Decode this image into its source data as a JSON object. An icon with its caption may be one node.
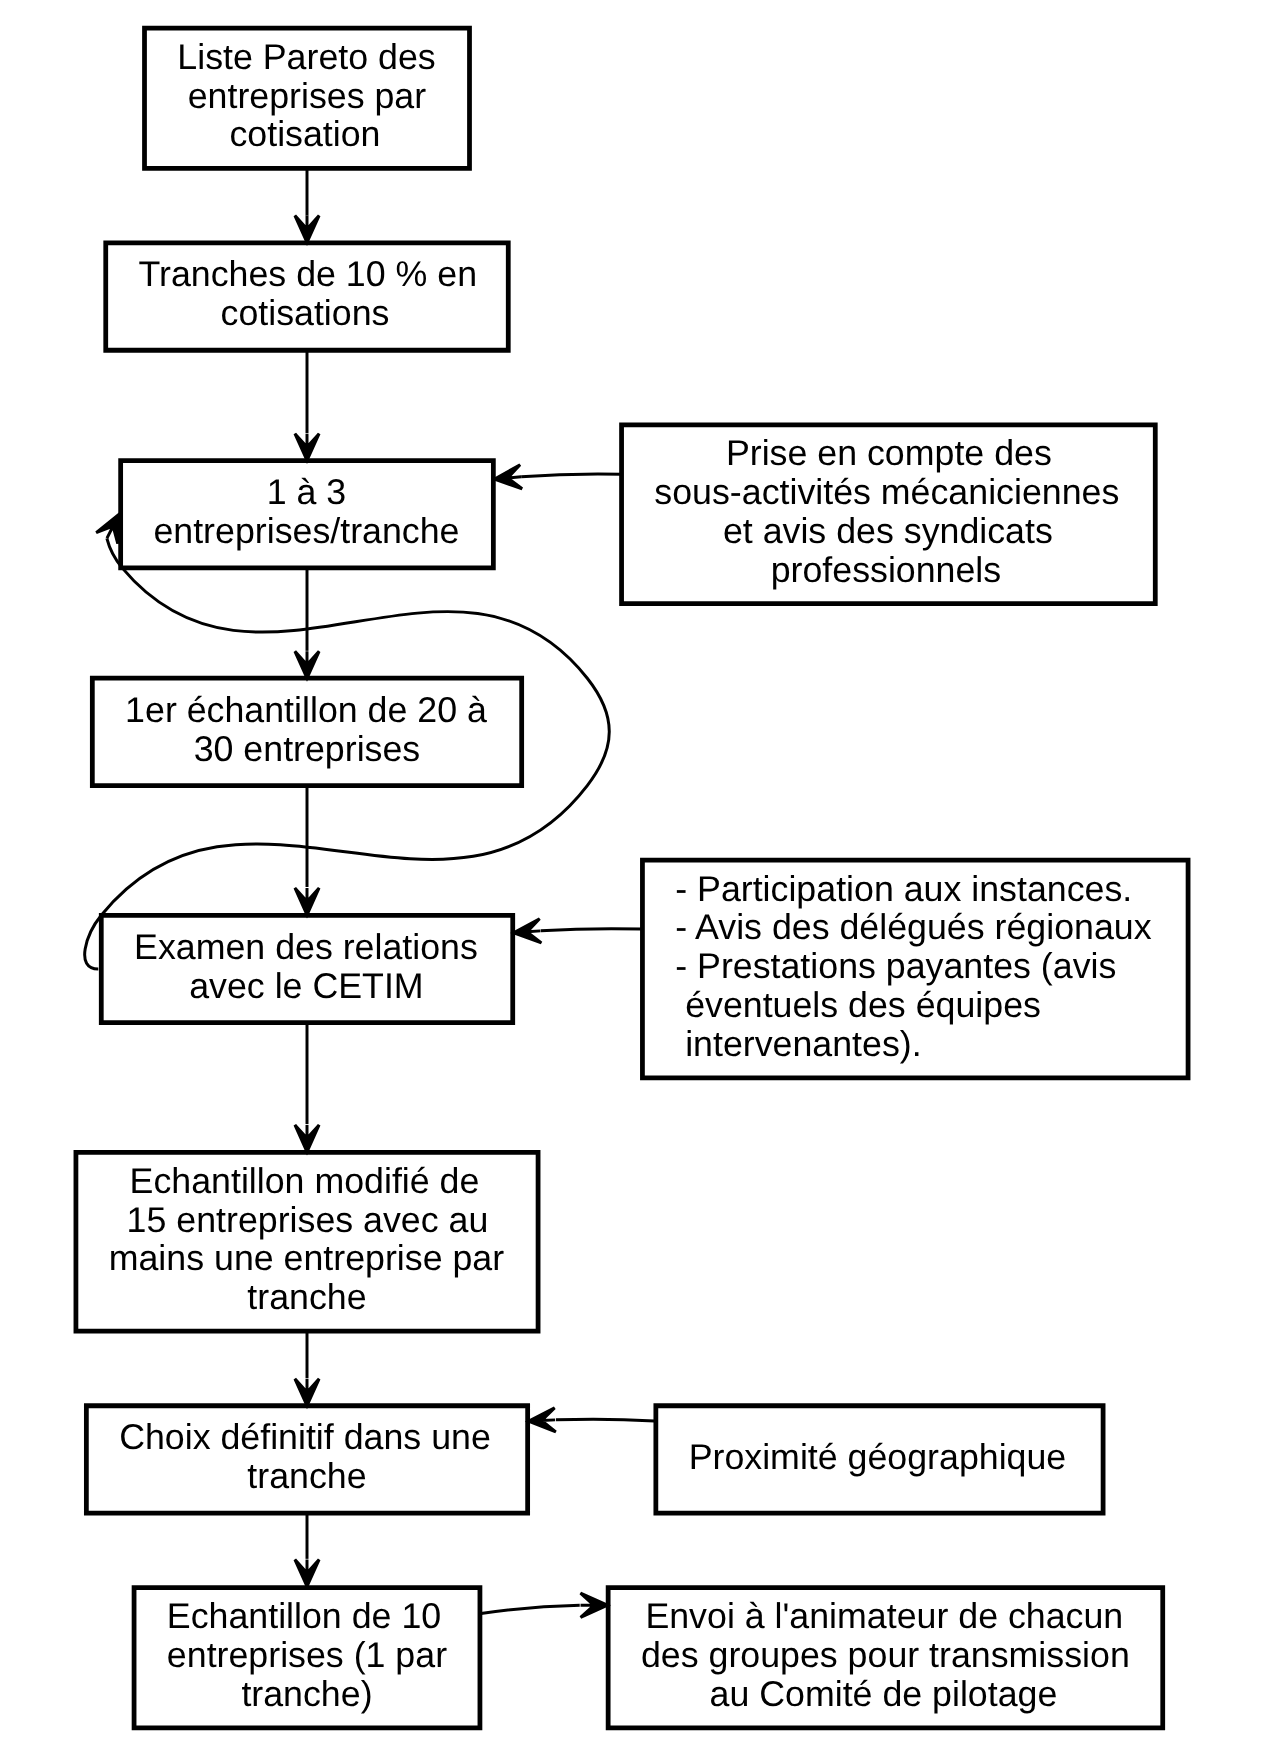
{
  "diagram": {
    "nodes": [
      {
        "text": [
          "Liste Pareto des entreprises par cotisation"
        ]
      },
      {
        "text": [
          "Tranches de 10 % en cotisations"
        ]
      },
      {
        "text": [
          "1 à 3 entreprises/tranche"
        ]
      },
      {
        "text": [
          "Prise en compte des sous-activités mécaniciennes et avis des syndicats professionnels"
        ]
      },
      {
        "text": [
          "1er échantillon de 20 à 30 entreprises"
        ]
      },
      {
        "text": [
          "Examen des relations avec le CETIM"
        ]
      },
      {
        "text": [
          "- Participation aux instances.",
          "- Avis des délégués régionaux",
          "- Prestations payantes (avis éventuels des équipes intervenantes)."
        ]
      },
      {
        "text": [
          "Echantillon modifié de 15 entreprises avec au mains une entreprise par tranche"
        ]
      },
      {
        "text": [
          "Choix définitif dans une tranche"
        ]
      },
      {
        "text": [
          "Proximité géographique"
        ]
      },
      {
        "text": [
          "Echantillon de 10 entreprises (1 par tranche)"
        ]
      },
      {
        "text": [
          "Envoi à l'animateur de chacun des groupes pour transmission au Comité de pilotage"
        ]
      }
    ],
    "edges": [
      {
        "from": 0,
        "to": 1,
        "arrow": "to"
      },
      {
        "from": 1,
        "to": 2,
        "arrow": "to"
      },
      {
        "from": 3,
        "to": 2,
        "arrow": "to"
      },
      {
        "from": 2,
        "to": 4,
        "arrow": "to"
      },
      {
        "from": 4,
        "to": 5,
        "arrow": "to"
      },
      {
        "from": 6,
        "to": 5,
        "arrow": "to"
      },
      {
        "from": 5,
        "to": 2,
        "arrow": "to"
      },
      {
        "from": 5,
        "to": 7,
        "arrow": "to"
      },
      {
        "from": 7,
        "to": 8,
        "arrow": "to"
      },
      {
        "from": 9,
        "to": 8,
        "arrow": "to"
      },
      {
        "from": 8,
        "to": 10,
        "arrow": "to"
      },
      {
        "from": 10,
        "to": 11,
        "arrow": "to"
      }
    ]
  }
}
